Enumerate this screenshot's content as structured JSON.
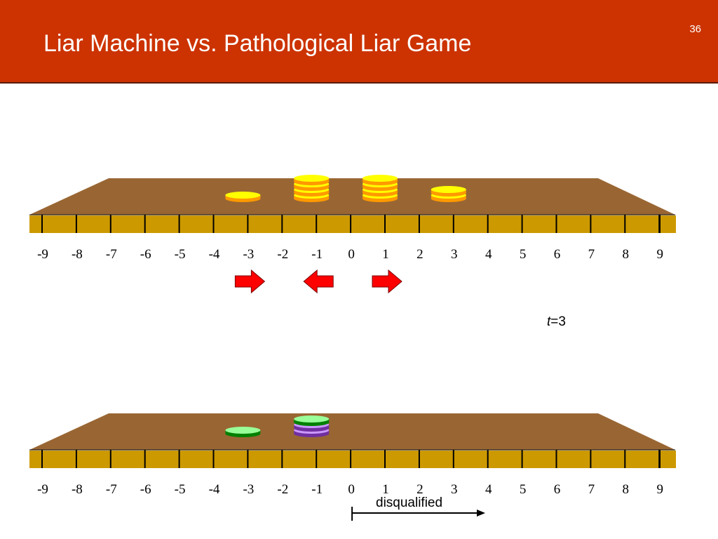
{
  "slide": {
    "title": "Liar Machine vs. Pathological Liar Game",
    "number": "36"
  },
  "axis": {
    "positions": [
      -9,
      -8,
      -7,
      -6,
      -5,
      -4,
      -3,
      -2,
      -1,
      0,
      1,
      2,
      3,
      4,
      5,
      6,
      7,
      8,
      9
    ],
    "tick_labels": [
      "-9",
      "-8",
      "-7",
      "-6",
      "-5",
      "-4",
      "-3",
      "-2",
      "-1",
      "0",
      "1",
      "2",
      "3",
      "4",
      "5",
      "6",
      "7",
      "8",
      "9"
    ]
  },
  "colors": {
    "header": "#cc3300",
    "board_surface": "#996633",
    "ruler": "#cc9900",
    "arrow": "#ff0000",
    "yellow_chip_top": "#ffff00",
    "yellow_chip_side": "#ff9900",
    "green_chip_top": "#99ff99",
    "green_chip_side": "#008000",
    "purple_chip_top": "#cc99ff",
    "purple_chip_side": "#7030a0"
  },
  "top_board": {
    "stacks": [
      {
        "position": -3,
        "chips": [
          "yellow"
        ]
      },
      {
        "position": -1,
        "chips": [
          "yellow",
          "yellow",
          "yellow",
          "yellow"
        ]
      },
      {
        "position": 1,
        "chips": [
          "yellow",
          "yellow",
          "yellow",
          "yellow"
        ]
      },
      {
        "position": 3,
        "chips": [
          "yellow",
          "yellow"
        ]
      }
    ],
    "arrows": [
      {
        "position": -3,
        "direction": "right"
      },
      {
        "position": -1,
        "direction": "left"
      },
      {
        "position": 1,
        "direction": "right"
      }
    ]
  },
  "time_label": {
    "variable": "t",
    "equals": "=3"
  },
  "bottom_board": {
    "stacks": [
      {
        "position": -3,
        "chips": [
          "green"
        ]
      },
      {
        "position": -1,
        "chips": [
          "purple",
          "purple",
          "green"
        ]
      }
    ],
    "disqualified": {
      "label": "disqualified",
      "from_position": 0,
      "direction": "right"
    }
  }
}
